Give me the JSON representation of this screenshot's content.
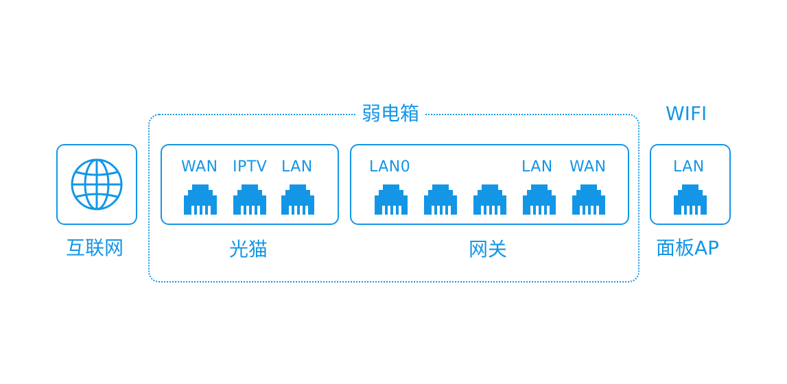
{
  "colors": {
    "accent": "#1496e6",
    "background": "#ffffff"
  },
  "internet": {
    "caption": "互联网",
    "icon": "globe-icon"
  },
  "enclosure": {
    "title": "弱电箱"
  },
  "modem": {
    "caption": "光猫",
    "ports": [
      "WAN",
      "IPTV",
      "LAN"
    ]
  },
  "gateway": {
    "caption": "网关",
    "port_labels": [
      "LAN0",
      "",
      "",
      "LAN",
      "WAN"
    ]
  },
  "panel_ap": {
    "title": "WIFI",
    "caption": "面板AP",
    "ports": [
      "LAN"
    ]
  },
  "port_icon": "ethernet-port-icon"
}
